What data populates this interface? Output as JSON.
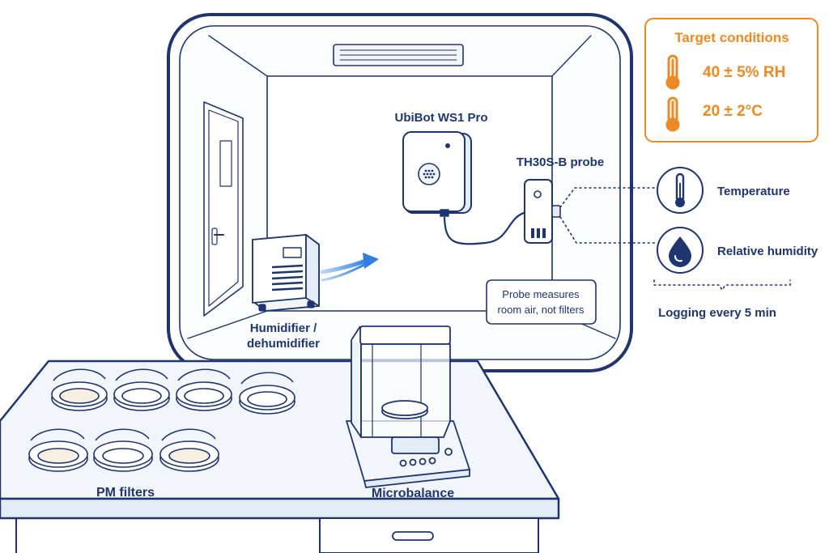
{
  "target_conditions": {
    "title": "Target conditions",
    "humidity": "40 ± 5% RH",
    "temperature": "20 ± 2°C"
  },
  "labels": {
    "sensor": "UbiBot WS1 Pro",
    "probe": "TH30S-B probe",
    "humidifier_line1": "Humidifier /",
    "humidifier_line2": "dehumidifier",
    "probe_note_line1": "Probe measures",
    "probe_note_line2": "room air, not filters",
    "pm_filters": "PM filters",
    "microbalance": "Microbalance"
  },
  "measurements": {
    "temperature": "Temperature",
    "humidity": "Relative humidity",
    "logging": "Logging every 5 min"
  },
  "icons": {
    "thermometer": "thermometer-icon",
    "droplet": "droplet-icon"
  },
  "colors": {
    "line": "#1e3570",
    "accent_orange": "#ee8a26",
    "arrow_blue": "#2f7fe0",
    "fill_light": "#eef4fb"
  }
}
